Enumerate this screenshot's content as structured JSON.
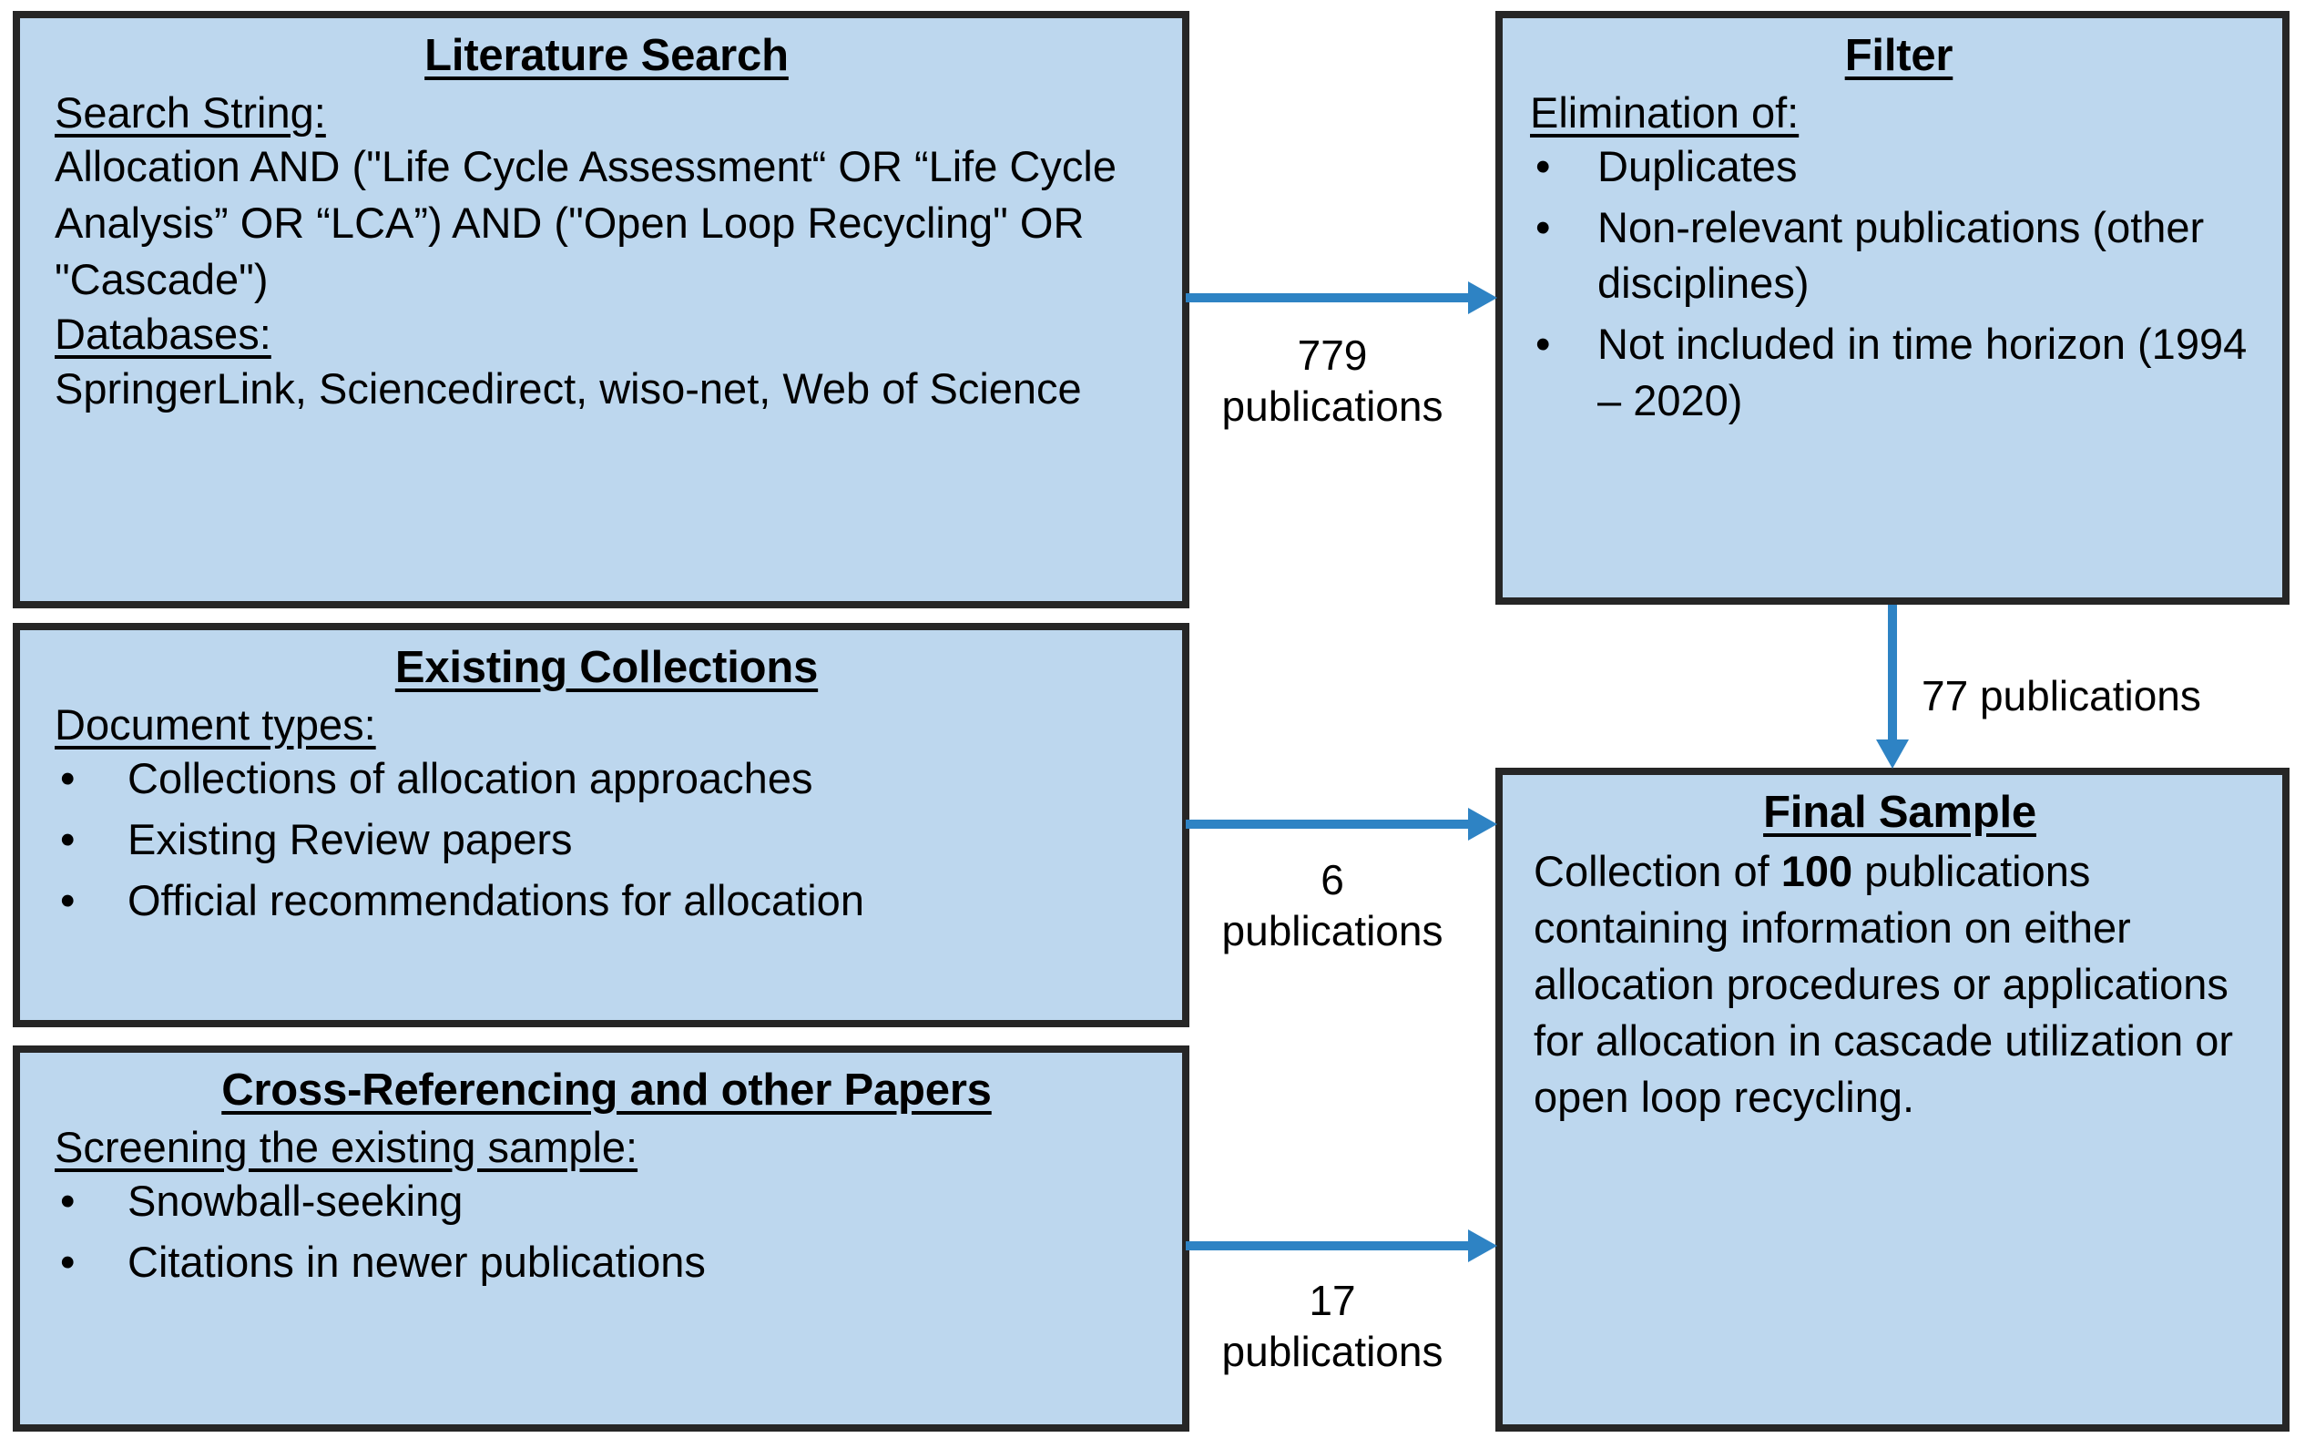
{
  "colors": {
    "box_fill": "#bdd7ee",
    "box_border": "#262626",
    "arrow": "#2e83c4",
    "text": "#000000",
    "background": "#ffffff"
  },
  "boxes": {
    "literature_search": {
      "title": "Literature Search",
      "sections": [
        {
          "heading": "Search String:",
          "lines": [
            "Allocation AND (\"Life Cycle Assessment“  OR “Life Cycle Analysis” OR “LCA”) AND (\"Open Loop Recycling\" OR \"Cascade\")"
          ]
        },
        {
          "heading": "Databases:",
          "lines": [
            "SpringerLink, Sciencedirect, wiso-net, Web of Science"
          ]
        }
      ]
    },
    "existing_collections": {
      "title": "Existing Collections",
      "heading": "Document types:",
      "bullets": [
        "Collections of allocation approaches",
        "Existing Review papers",
        "Official recommendations for allocation"
      ]
    },
    "cross_referencing": {
      "title": "Cross-Referencing and other Papers",
      "heading": "Screening the existing sample:",
      "bullets": [
        "Snowball-seeking",
        "Citations in newer publications"
      ]
    },
    "filter": {
      "title": "Filter",
      "heading": "Elimination of:",
      "bullets": [
        "Duplicates",
        "Non-relevant publications (other disciplines)",
        "Not included in time horizon (1994 – 2020)"
      ]
    },
    "final_sample": {
      "title": "Final Sample",
      "text_before": "Collection of ",
      "count": "100",
      "text_after": " publications containing information on either allocation procedures or applications for allocation in cascade utilization or open loop recycling."
    }
  },
  "arrows": {
    "search_to_filter": {
      "label_line1": "779",
      "label_line2": "publications",
      "direction": "right"
    },
    "collections_to_final": {
      "label_line1": "6",
      "label_line2": "publications",
      "direction": "right"
    },
    "crossref_to_final": {
      "label_line1": "17",
      "label_line2": "publications",
      "direction": "right"
    },
    "filter_to_final": {
      "label": "77 publications",
      "direction": "down"
    }
  },
  "bullet_glyph": "•"
}
